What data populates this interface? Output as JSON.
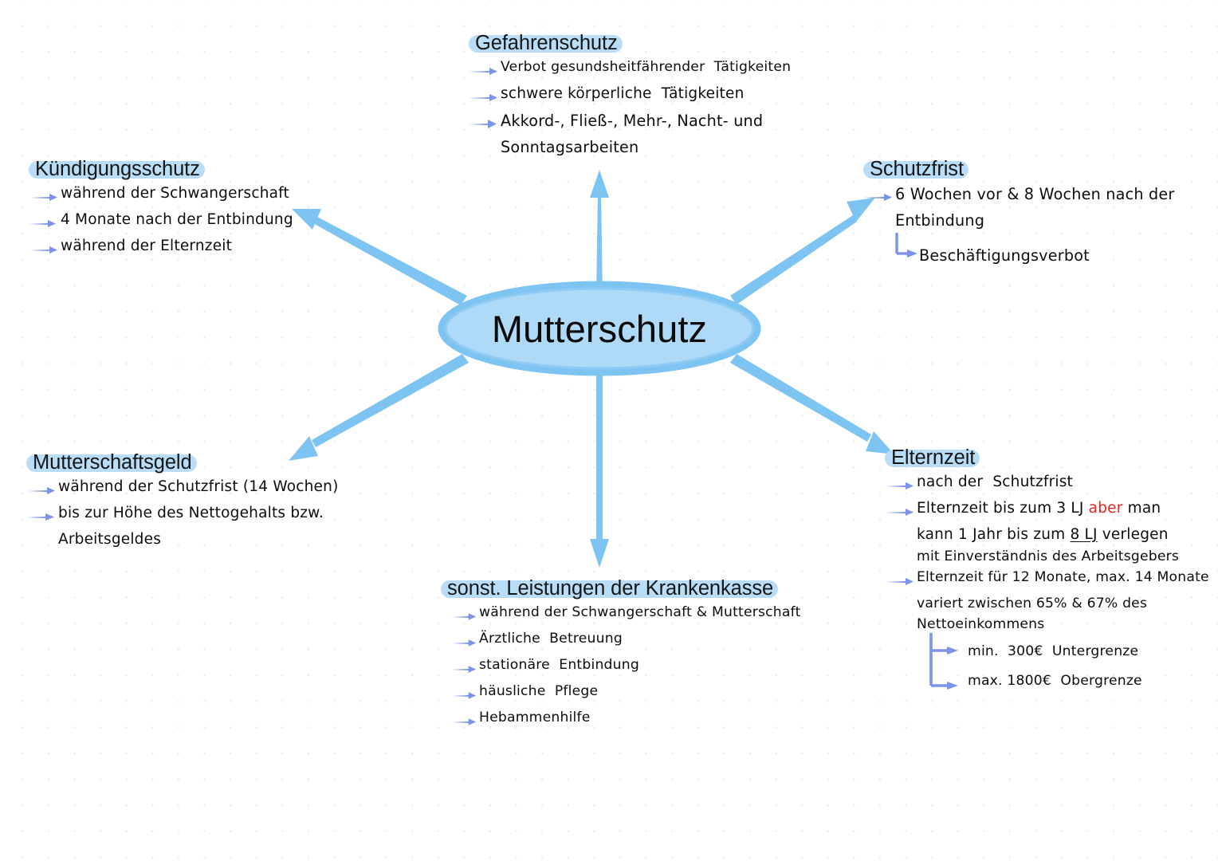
{
  "document": {
    "type": "mind-map",
    "title": "Mutterschutz",
    "background": "#ffffff",
    "accent_blue": "#7ec4f2",
    "highlight_blue": "#b9ddf7",
    "bullet_arrow_blue": "#7b93e8",
    "red_accent": "#e8221f"
  },
  "center": {
    "label": "Mutterschutz",
    "fill": "#aed9f7",
    "stroke": "#7ec4f2"
  },
  "branches": [
    {
      "id": "kuendigungsschutz",
      "title": "Kündigungsschutz",
      "items": [
        "während der Schwangerschaft",
        "4 Monate nach der Entbindung",
        "während der Elternzeit"
      ]
    },
    {
      "id": "gefahrenschutz",
      "title": "Gefahrenschutz",
      "items": [
        "Verbot gesundsheitfährender  Tätigkeiten",
        "schwere körperliche  Tätigkeiten",
        "Akkord-, Fließ-, Mehr-, Nacht- und"
      ],
      "continuation": "Sonntagsarbeiten"
    },
    {
      "id": "schutzfrist",
      "title": "Schutzfrist",
      "items": [
        "6 Wochen vor & 8 Wochen nach der"
      ],
      "continuation": "Entbindung",
      "sub_items": [
        "Beschäftigungsverbot"
      ]
    },
    {
      "id": "mutterschaftsgeld",
      "title": "Mutterschaftsgeld",
      "items": [
        "während der Schutzfrist (14 Wochen)",
        "bis zur Höhe des Nettogehalts bzw."
      ],
      "continuation": "Arbeitsgeldes"
    },
    {
      "id": "krankenkasse",
      "title": "sonst. Leistungen der Krankenkasse",
      "items": [
        "während der Schwangerschaft & Mutterschaft",
        "Ärztliche  Betreuung",
        "stationäre  Entbindung",
        "häusliche  Pflege",
        "Hebammenhilfe"
      ]
    },
    {
      "id": "elternzeit",
      "title": "Elternzeit",
      "items": [
        "nach der  Schutzfrist"
      ],
      "item2": {
        "prefix": "Elternzeit bis zum 3 LJ ",
        "red_word": "aber",
        "suffix": " man",
        "line2_prefix": "kann 1 Jahr bis zum ",
        "line2_underlined": "8 LJ",
        "line2_suffix": " verlegen",
        "line3": "mit Einverständnis des Arbeitsgebers"
      },
      "item3": {
        "line1": "Elternzeit für 12 Monate, max. 14 Monate",
        "line2": "variert zwischen 65% & 67% des",
        "line3": "Nettoeinkommens"
      },
      "sub_items": [
        "min.  300€  Untergrenze",
        "max. 1800€  Obergrenze"
      ]
    }
  ]
}
